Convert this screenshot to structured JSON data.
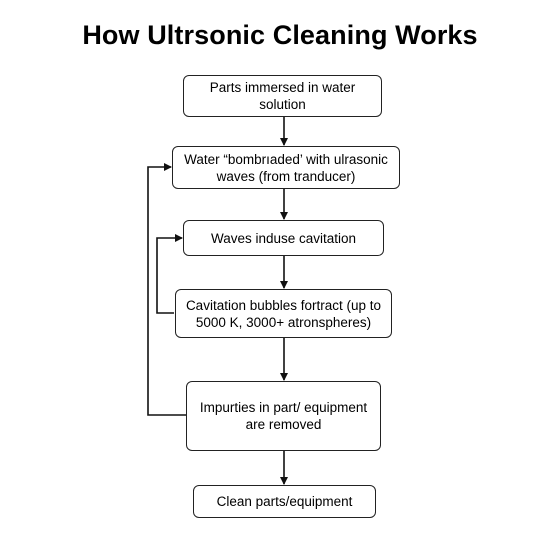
{
  "title": "How Ultrsonic Cleaning Works",
  "nodes": [
    {
      "id": "n1",
      "text": "Parts immersed in water solution"
    },
    {
      "id": "n2",
      "text": "Water “bombrıaded’ with ulrasonic waves (from tranducer)"
    },
    {
      "id": "n3",
      "text": "Waves induse cavitation"
    },
    {
      "id": "n4",
      "text": "Cavitation bubbles fortract (up to 5000 K, 3000+ atronspheres)"
    },
    {
      "id": "n5",
      "text": "Impurties in part/ equipment are removed"
    },
    {
      "id": "n6",
      "text": "Clean parts/equipment"
    }
  ],
  "colors": {
    "line": "#111111",
    "box_border": "#222222",
    "background": "#ffffff"
  }
}
